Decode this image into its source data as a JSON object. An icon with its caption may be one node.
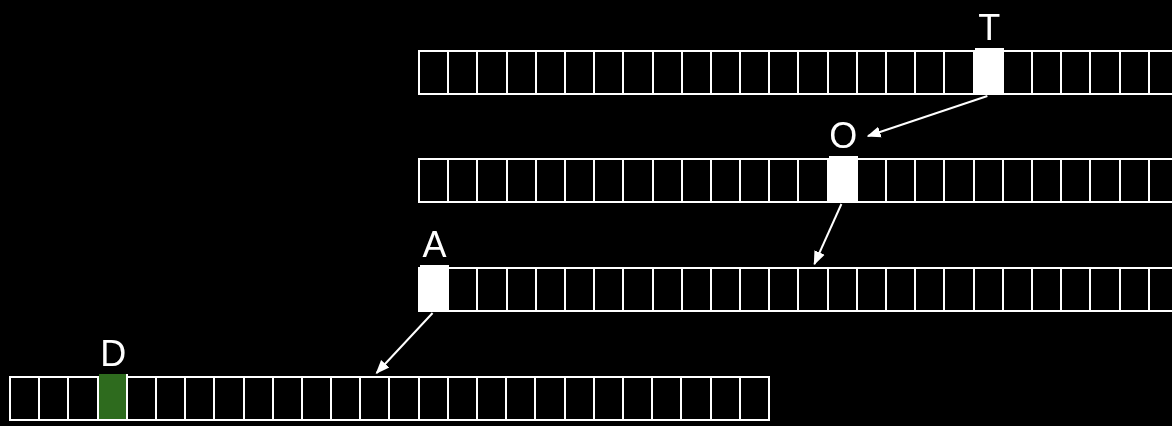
{
  "diagram": {
    "nodes": [
      {
        "text": [],
        "shape": "bar"
      },
      {
        "text": [
          "T"
        ],
        "in": 0
      },
      {
        "text": [],
        "shape": "bar"
      },
      {
        "text": [
          "O"
        ],
        "in": 2
      },
      {
        "text": [],
        "shape": "bar"
      },
      {
        "text": [
          "A"
        ],
        "in": 4
      },
      {
        "text": [],
        "shape": "bar"
      },
      {
        "text": [
          "D"
        ],
        "in": 6
      }
    ],
    "edges": [
      {
        "from": 1,
        "to": 3,
        "arrow": "to"
      },
      {
        "from": 3,
        "to": 4,
        "arrow": "to"
      },
      {
        "from": 5,
        "to": 6,
        "arrow": "to"
      }
    ]
  }
}
